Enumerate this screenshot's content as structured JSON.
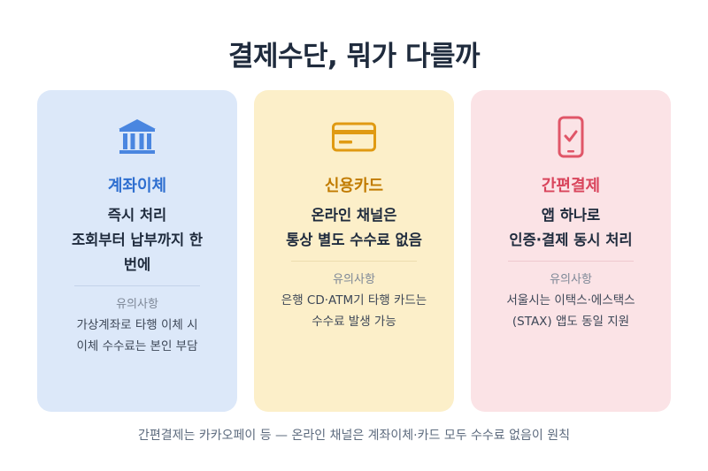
{
  "title": "결제수단, 뭐가 다를까",
  "colors": {
    "account_accent": "#2f6fd0",
    "card_accent": "#c17b00",
    "simple_accent": "#d9455c",
    "account_bg": "#dce8f9",
    "card_bg": "#fcefc9",
    "simple_bg": "#fbe3e6"
  },
  "cards": [
    {
      "icon": "bank-icon",
      "method": "계좌이체",
      "feature_lines": [
        "즉시 처리",
        "조회부터 납부까지 한",
        "번에"
      ],
      "note_label": "유의사항",
      "note_lines": [
        "가상계좌로 타행 이체 시",
        "이체 수수료는 본인 부담"
      ]
    },
    {
      "icon": "credit-card-icon",
      "method": "신용카드",
      "feature_lines": [
        "온라인 채널은",
        "통상 별도 수수료 없음"
      ],
      "note_label": "유의사항",
      "note_lines": [
        "은행 CD·ATM기 타행 카드는",
        "수수료 발생 가능"
      ]
    },
    {
      "icon": "mobile-check-icon",
      "method": "간편결제",
      "feature_lines": [
        "앱 하나로",
        "인증·결제 동시 처리"
      ],
      "note_label": "유의사항",
      "note_lines": [
        "서울시는 이택스·에스택스",
        "(STAX) 앱도 동일 지원"
      ]
    }
  ],
  "footer": "간편결제는 카카오페이 등 — 온라인 채널은 계좌이체·카드 모두 수수료 없음이 원칙"
}
